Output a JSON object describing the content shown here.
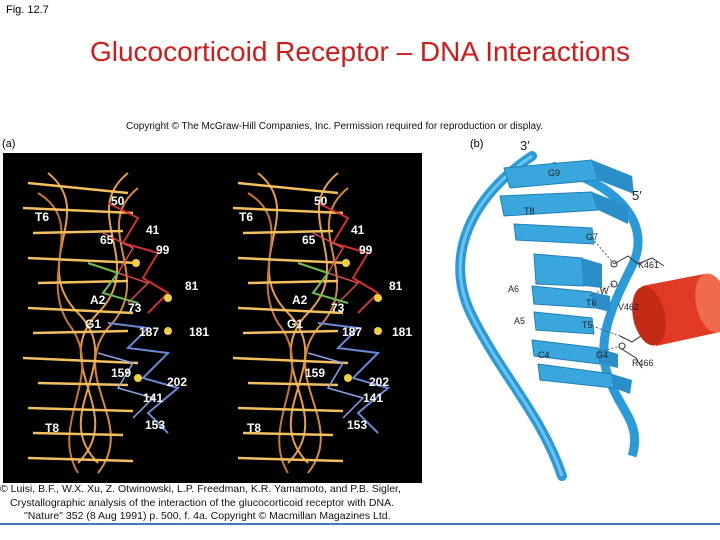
{
  "fig_label": "Fig. 12.7",
  "title": "Glucocorticoid Receptor – DNA Interactions",
  "copyright": "Copyright © The McGraw-Hill Companies, Inc. Permission required for reproduction or display.",
  "panel_a": {
    "label": "(a)",
    "left_labels": [
      "50",
      "T6",
      "41",
      "65",
      "99",
      "81",
      "A2",
      "73",
      "G1",
      "187",
      "181",
      "159",
      "202",
      "141",
      "153",
      "T8"
    ],
    "right_labels": [
      "50",
      "T6",
      "41",
      "65",
      "99",
      "81",
      "A2",
      "73",
      "G1",
      "187",
      "181",
      "159",
      "202",
      "141",
      "153",
      "T8"
    ]
  },
  "panel_b": {
    "label": "(b)",
    "end_3": "3′",
    "end_5": "5′",
    "base_labels": [
      "G9",
      "T8",
      "G7",
      "A6",
      "T6",
      "A5",
      "T5",
      "C4",
      "G4"
    ],
    "residue_labels": [
      "K461",
      "V462",
      "R466",
      "W"
    ]
  },
  "citation": {
    "line1": "© Luisi, B.F., W.X. Xu, Z. Otwinowski, L.P. Freedman, K.R. Yamamoto, and P.B. Sigler,",
    "line2": "Crystallographic analysis of the interaction of the glucocorticoid receptor with DNA.",
    "line3": "\"Nature\" 352 (8 Aug 1991) p. 500, f. 4a. Copyright © Macmillan Magazines Ltd."
  }
}
